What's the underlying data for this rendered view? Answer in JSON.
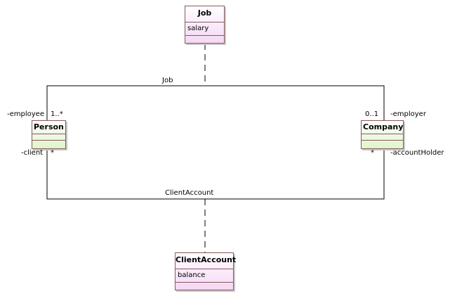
{
  "classes": {
    "job": {
      "name": "Job",
      "attribute": "salary"
    },
    "person": {
      "name": "Person"
    },
    "company": {
      "name": "Company"
    },
    "client_account": {
      "name": "ClientAccount",
      "attribute": "balance"
    }
  },
  "associations": {
    "job": {
      "name": "Job",
      "person_end": {
        "role": "-employee",
        "multiplicity": "1..*"
      },
      "company_end": {
        "role": "-employer",
        "multiplicity": "0..1"
      }
    },
    "client_account": {
      "name": "ClientAccount",
      "person_end": {
        "role": "-client",
        "multiplicity": "*"
      },
      "company_end": {
        "role": "-accountHolder",
        "multiplicity": "*"
      }
    }
  },
  "colors": {
    "association_class_fill": "#f5d7f5",
    "class_fill": "#dff5cc",
    "class_border": "#8a5a5a",
    "line": "#000000"
  }
}
